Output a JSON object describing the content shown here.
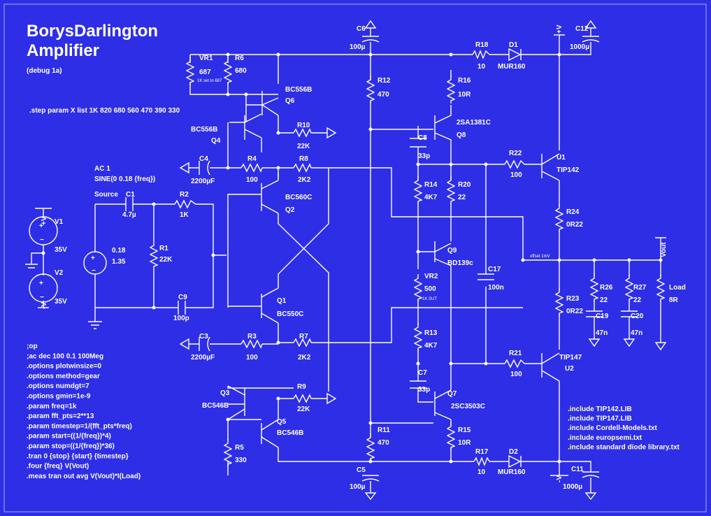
{
  "title": {
    "line1": "BorysDarlington",
    "line2": "Amplifier",
    "sub": "(debug 1a)"
  },
  "step_directive": ".step param X  list  1K  820  680  560  470  390  330",
  "directives_left": [
    ";op",
    ";ac dec 100 0.1 100Meg",
    ".options plotwinsize=0",
    ".options method=gear",
    ".options numdgt=7",
    ".options gmin=1e-9",
    ".param freq=1k",
    ".param fft_pts=2**13",
    ".param timestep=1/(fft_pts*freq)",
    ".param start=((1/{freq})*4)",
    ".param stop=((1/{freq})*36)",
    ".tran 0 {stop} {start} {timestep}",
    ".four {freq} V(Vout)",
    ".meas tran out avg V(Vout)*I(Load)"
  ],
  "directives_right": [
    ".include TIP142.LIB",
    ".include TIP147.LIB",
    ".include Cordell-Models.txt",
    ".include europsemi.txt",
    ".include standard diode library.txt"
  ],
  "source_text": {
    "ac": "AC 1",
    "sine": "SINE(0 0.18 {freq})",
    "source": "Source",
    "v0": "0.18",
    "v1": "1.35"
  },
  "labels": {
    "VR1": "VR1",
    "VR1v": "687",
    "VR1n": "1K set to 687",
    "R6": "R6",
    "R6v": "680",
    "Q6": "Q6",
    "Q6t": "BC556B",
    "Q4": "Q4",
    "Q4t": "BC556B",
    "R10": "R10",
    "R10v": "22K",
    "C4": "C4",
    "C4v": "2200µF",
    "R4": "R4",
    "R4v": "100",
    "R8": "R8",
    "R8v": "2K2",
    "C1": "C1",
    "C1v": "4.7µ",
    "R2": "R2",
    "R2v": "1K",
    "Q2": "Q2",
    "Q2t": "BC560C",
    "R1": "R1",
    "R1v": "22K",
    "C9": "C9",
    "C9v": "100p",
    "Q1": "Q1",
    "Q1t": "BC550C",
    "C3": "C3",
    "C3v": "2200µF",
    "R3": "R3",
    "R3v": "100",
    "R7": "R7",
    "R7v": "2K2",
    "Q3": "Q3",
    "Q3t": "BC546B",
    "Q5": "Q5",
    "Q5t": "BC546B",
    "R9": "R9",
    "R9v": "22K",
    "R5": "R5",
    "R5v": "330",
    "C6": "C6",
    "C6v": "100µ",
    "C5": "C5",
    "C5v": "100µ",
    "R12": "R12",
    "R12v": "470",
    "R11": "R11",
    "R11v": "470",
    "R16": "R16",
    "R16v": "10R",
    "R15": "R15",
    "R15v": "10R",
    "R18": "R18",
    "R18v": "10",
    "R17": "R17",
    "R17v": "10",
    "D1": "D1",
    "D1v": "MUR160",
    "D2": "D2",
    "D2v": "MUR160",
    "C12": "C12",
    "C12v": "1000µ",
    "C11": "C11",
    "C11v": "1000µ",
    "Q8": "Q8",
    "Q8t": "2SA1381C",
    "Q7": "Q7",
    "Q7t": "2SC3503C",
    "C8": "C8",
    "C8v": "33p",
    "C7": "C7",
    "C7v": "33p",
    "R14": "R14",
    "R14v": "4K7",
    "R13": "R13",
    "R13v": "4K7",
    "R20": "R20",
    "R20v": "22",
    "Q9": "Q9",
    "Q9t": "BD139c",
    "VR2": "VR2",
    "VR2v": "500",
    "VR2n": "1K SUT",
    "C17": "C17",
    "C17v": "100n",
    "R22": "R22",
    "R22v": "100",
    "R21": "R21",
    "R21v": "100",
    "U1": "U1",
    "U1t": "TIP142",
    "U2": "U2",
    "U2t": "TIP147",
    "R24": "R24",
    "R24v": "0R22",
    "R23": "R23",
    "R23v": "0R22",
    "offset": "offset 1mV",
    "R26": "R26",
    "R26v": "22",
    "R27": "R27",
    "R27v": "22",
    "C19": "C19",
    "C19v": "47n",
    "C20": "C20",
    "C20v": "47n",
    "Load": "Load",
    "Loadv": "8R",
    "Vout": "Vout",
    "Vplus": "+V",
    "Vminus": "-V",
    "V1": "V1",
    "V1v": "35V",
    "V2": "V2",
    "V2v": "35V"
  },
  "colors": {
    "background": "#2e2ee6",
    "wire": "#ffffff"
  }
}
